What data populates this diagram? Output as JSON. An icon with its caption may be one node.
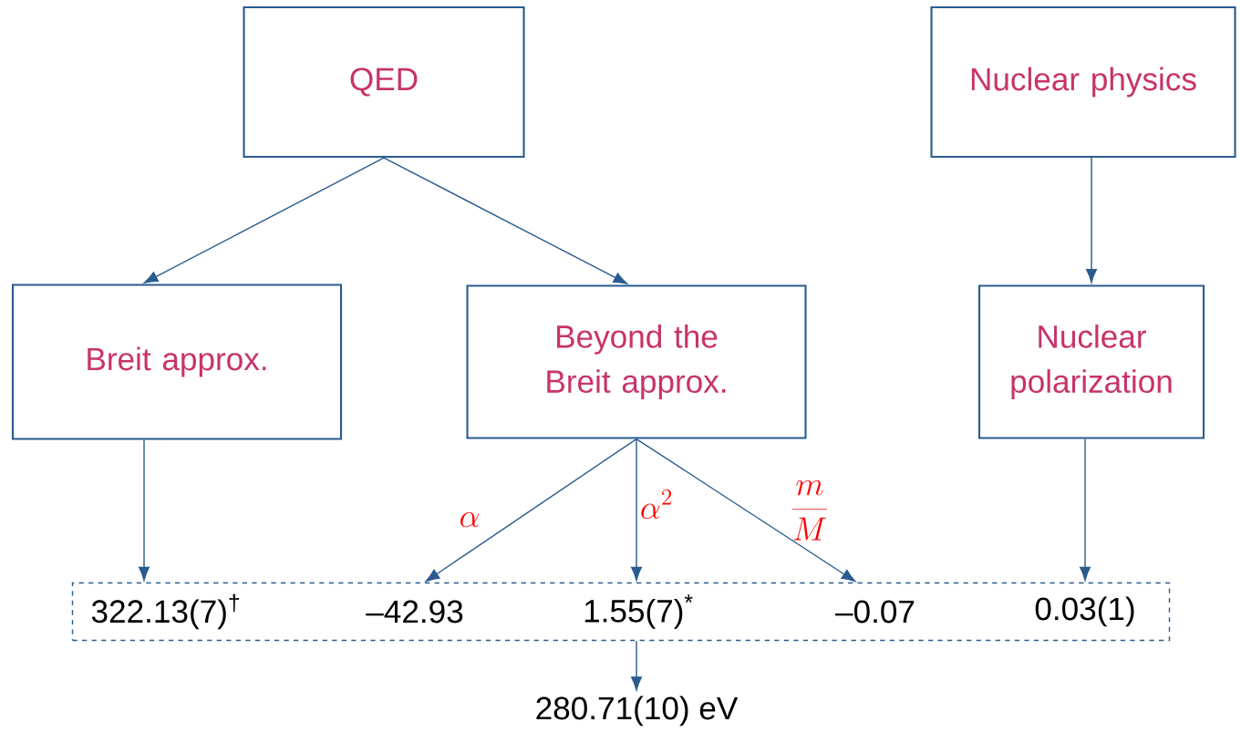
{
  "diagram": {
    "nodes": [
      {
        "text": [
          "QED"
        ]
      },
      {
        "text": [
          "Nuclear physics"
        ]
      },
      {
        "text": [
          "Breit approx."
        ]
      },
      {
        "text": [
          "Beyond the Breit approx."
        ]
      },
      {
        "text": [
          "Nuclear polarization"
        ]
      },
      {
        "text": [],
        "shape": "box"
      },
      {
        "text": [
          "322.13(7)$^{†}$"
        ],
        "in": 5
      },
      {
        "text": [
          "–42.93"
        ],
        "in": 5
      },
      {
        "text": [
          "1.55(7)$^{*}$"
        ],
        "in": 5
      },
      {
        "text": [
          "–0.07"
        ],
        "in": 5
      },
      {
        "text": [
          "0.03(1)"
        ],
        "in": 5
      },
      {
        "text": [
          "280.71(10) eV"
        ]
      }
    ],
    "edges": [
      {
        "from": 0,
        "to": 2,
        "arrow": "to"
      },
      {
        "from": 0,
        "to": 3,
        "arrow": "to"
      },
      {
        "from": 1,
        "to": 4,
        "arrow": "to"
      },
      {
        "from": 2,
        "to": 6,
        "arrow": "to"
      },
      {
        "from": 3,
        "to": 7,
        "arrow": "to",
        "label": "\\alpha"
      },
      {
        "from": 3,
        "to": 8,
        "arrow": "to",
        "label": "\\alpha^2"
      },
      {
        "from": 3,
        "to": 9,
        "arrow": "to",
        "label": "\\frac{m}{M}"
      },
      {
        "from": 4,
        "to": 10,
        "arrow": "to"
      },
      {
        "from": 5,
        "to": 11,
        "arrow": "to"
      }
    ]
  }
}
